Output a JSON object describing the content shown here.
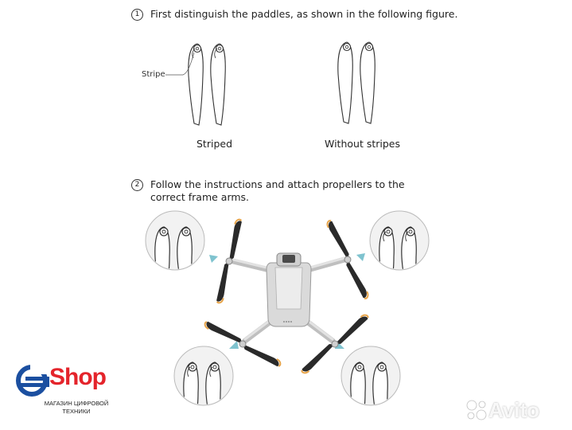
{
  "step1": {
    "number": "1",
    "text": "First distinguish the paddles, as shown in the following figure."
  },
  "step2": {
    "number": "2",
    "text": "Follow the instructions and attach propellers to the correct frame arms."
  },
  "paddles": {
    "stripe_callout": "Stripe",
    "striped_label": "Striped",
    "without_label": "Without stripes"
  },
  "logo": {
    "brand": "Shop",
    "subtitle_line1": "МАГАЗИН ЦИФРОВОЙ",
    "subtitle_line2": "ТЕХНИКИ"
  },
  "watermark": {
    "text": "Avito"
  },
  "colors": {
    "accent_arrow": "#7fc3cf",
    "logo_red": "#e4242b",
    "logo_blue": "#1b4fa0",
    "prop_tip": "#e8a54a"
  }
}
